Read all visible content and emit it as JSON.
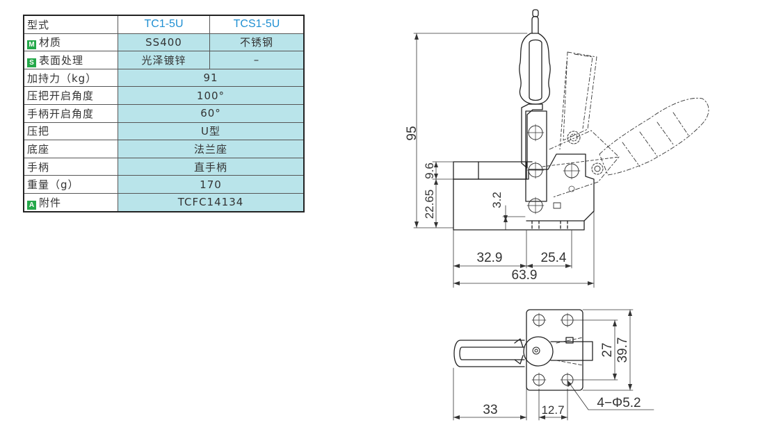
{
  "spec_table": {
    "header": {
      "label": "型式",
      "model_a": "TC1-5U",
      "model_b": "TCS1-5U"
    },
    "material": {
      "badge": "M",
      "label": "材质",
      "value_a": "SS400",
      "value_b": "不锈钢"
    },
    "surface": {
      "badge": "S",
      "label": "表面处理",
      "value_a": "光泽镀锌",
      "value_b": "–"
    },
    "rows": [
      {
        "label": "加持力（kg）",
        "value": "91"
      },
      {
        "label": "压把开启角度",
        "value": "100°"
      },
      {
        "label": "手柄开启角度",
        "value": "60°"
      },
      {
        "label": "压把",
        "value": "U型"
      },
      {
        "label": "底座",
        "value": "法兰座"
      },
      {
        "label": "手柄",
        "value": "直手柄"
      },
      {
        "label": "重量（g）",
        "value": "170"
      }
    ],
    "accessory": {
      "badge": "A",
      "label": "附件",
      "value": "TCFC14134"
    },
    "badge_colors": {
      "background": "#25a84a",
      "text": "#ffffff"
    },
    "header_color": "#1f8fd2",
    "value_cell_color": "#b9e4ea"
  },
  "side_view": {
    "dims": {
      "height_total": "95",
      "height_jaw": "9.6",
      "height_base": "22.65",
      "offset_small": "3.2",
      "width_left": "32.9",
      "width_right": "25.4",
      "width_total": "63.9"
    }
  },
  "top_view": {
    "dims": {
      "length_left": "33",
      "hole_spacing_x": "12.7",
      "hole_spacing_y": "27",
      "base_height": "39.7",
      "holes": "4−Φ5.2"
    }
  }
}
